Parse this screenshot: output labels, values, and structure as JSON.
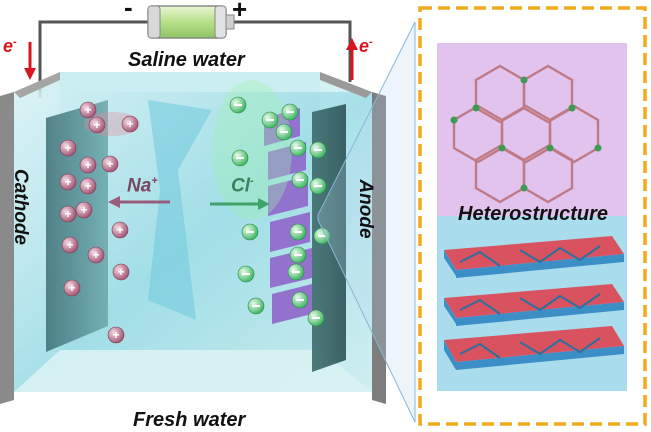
{
  "labels": {
    "saline_water": "Saline water",
    "fresh_water": "Fresh water",
    "heterostructure": "Heterostructure",
    "cathode": "Cathode",
    "anode": "Anode",
    "na_ion": "Na",
    "na_charge": "+",
    "cl_ion": "Cl",
    "cl_charge": "-",
    "battery_negative": "-",
    "battery_positive": "+",
    "electron_left": "e",
    "electron_left_charge": "-",
    "electron_right": "e",
    "electron_right_charge": "-"
  },
  "colors": {
    "frame_orange": "#f4a91c",
    "electron_red": "#d8141e",
    "mof_purple": "#e2c3ee",
    "layered_blue": "#a9dcec",
    "battery_green": "#b8e089",
    "cation_pink": "#a0506f",
    "anion_green": "#7fd99a",
    "electrode_purple": "#8e5fc9"
  },
  "icons": {
    "battery": "battery-icon",
    "cation": "cation-sphere-icon",
    "anion": "anion-sphere-icon"
  }
}
